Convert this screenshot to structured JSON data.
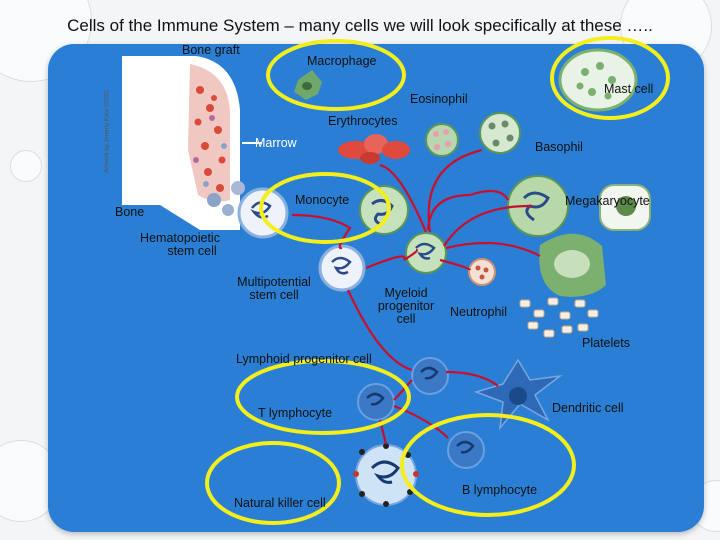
{
  "title": "Cells of the Immune System – many cells we will look specifically at these …..",
  "credit": "Artwork by Jeremy Kato ©2001",
  "labels": {
    "bone_graft": "Bone graft",
    "macrophage": "Macrophage",
    "mast_cell": "Mast cell",
    "eosinophil": "Eosinophil",
    "erythrocytes": "Erythrocytes",
    "marrow": "Marrow",
    "basophil": "Basophil",
    "monocyte": "Monocyte",
    "megakaryocyte": "Megakaryocyte",
    "bone": "Bone",
    "hematopoietic_line1": "Hematopoietic",
    "hematopoietic_line2": "stem cell",
    "multipotential_line1": "Multipotential",
    "multipotential_line2": "stem cell",
    "myeloid_line1": "Myeloid",
    "myeloid_line2": "progenitor",
    "myeloid_line3": "cell",
    "neutrophil": "Neutrophil",
    "platelets": "Platelets",
    "lymphoid": "Lymphoid progenitor cell",
    "t_lymphocyte": "T lymphocyte",
    "dendritic": "Dendritic cell",
    "b_lymphocyte": "B lymphocyte",
    "natural_killer": "Natural killer cell"
  },
  "colors": {
    "panel": "#2a7fd4",
    "highlight_ellipse": "#f3ee1c",
    "arrow": "#c8102e"
  }
}
